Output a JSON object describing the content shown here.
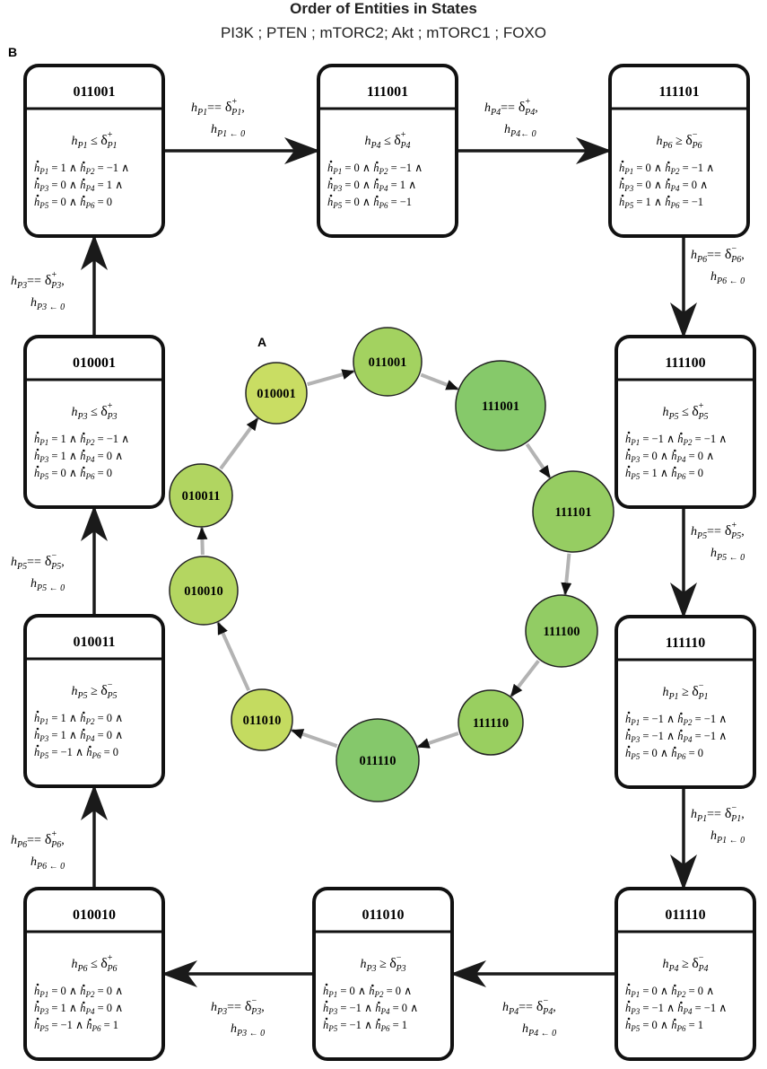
{
  "header": {
    "title": "Order of Entities in States",
    "subtitle": "PI3K ; PTEN ; mTORC2; Akt ; mTORC1 ; FOXO"
  },
  "panels": {
    "a": "A",
    "b": "B"
  },
  "ring": [
    {
      "label": "010001",
      "color": "#c9dd63"
    },
    {
      "label": "011001",
      "color": "#a3d260"
    },
    {
      "label": "111001",
      "color": "#86c96a"
    },
    {
      "label": "111101",
      "color": "#96cd62"
    },
    {
      "label": "111100",
      "color": "#92cc64"
    },
    {
      "label": "111110",
      "color": "#99cf60"
    },
    {
      "label": "011110",
      "color": "#85c86b"
    },
    {
      "label": "011010",
      "color": "#c4db60"
    },
    {
      "label": "010010",
      "color": "#b4d661"
    },
    {
      "label": "010011",
      "color": "#b1d561"
    }
  ],
  "states": [
    {
      "name": "011001",
      "cond_var": "h",
      "cond_sub": "P1",
      "cond_op": "≤",
      "cond_delta": "δ",
      "cond_sign": "+",
      "cond_dsub": "P1",
      "eq": [
        [
          "P1",
          "1",
          "P2",
          "−1"
        ],
        [
          "P3",
          "0",
          "P4",
          "1"
        ],
        [
          "P5",
          "0",
          "P6",
          "0"
        ]
      ]
    },
    {
      "name": "111001",
      "cond_var": "h",
      "cond_sub": "P4",
      "cond_op": "≤",
      "cond_delta": "δ",
      "cond_sign": "+",
      "cond_dsub": "P4",
      "eq": [
        [
          "P1",
          "0",
          "P2",
          "−1"
        ],
        [
          "P3",
          "0",
          "P4",
          "1"
        ],
        [
          "P5",
          "0",
          "P6",
          "−1"
        ]
      ]
    },
    {
      "name": "111101",
      "cond_var": "h",
      "cond_sub": "P6",
      "cond_op": "≥",
      "cond_delta": "δ",
      "cond_sign": "−",
      "cond_dsub": "P6",
      "eq": [
        [
          "P1",
          "0",
          "P2",
          "−1"
        ],
        [
          "P3",
          "0",
          "P4",
          "0"
        ],
        [
          "P5",
          "1",
          "P6",
          "−1"
        ]
      ]
    },
    {
      "name": "111100",
      "cond_var": "h",
      "cond_sub": "P5",
      "cond_op": "≤",
      "cond_delta": "δ",
      "cond_sign": "+",
      "cond_dsub": "P5",
      "eq": [
        [
          "P1",
          "−1",
          "P2",
          "−1"
        ],
        [
          "P3",
          "0",
          "P4",
          "0"
        ],
        [
          "P5",
          "1",
          "P6",
          "0"
        ]
      ]
    },
    {
      "name": "111110",
      "cond_var": "h",
      "cond_sub": "P1",
      "cond_op": "≥",
      "cond_delta": "δ",
      "cond_sign": "−",
      "cond_dsub": "P1",
      "eq": [
        [
          "P1",
          "−1",
          "P2",
          "−1"
        ],
        [
          "P3",
          "−1",
          "P4",
          "−1"
        ],
        [
          "P5",
          "0",
          "P6",
          "0"
        ]
      ]
    },
    {
      "name": "011110",
      "cond_var": "h",
      "cond_sub": "P4",
      "cond_op": "≥",
      "cond_delta": "δ",
      "cond_sign": "−",
      "cond_dsub": "P4",
      "eq": [
        [
          "P1",
          "0",
          "P2",
          "0"
        ],
        [
          "P3",
          "−1",
          "P4",
          "−1"
        ],
        [
          "P5",
          "0",
          "P6",
          "1"
        ]
      ]
    },
    {
      "name": "011010",
      "cond_var": "h",
      "cond_sub": "P3",
      "cond_op": "≥",
      "cond_delta": "δ",
      "cond_sign": "−",
      "cond_dsub": "P3",
      "eq": [
        [
          "P1",
          "0",
          "P2",
          "0"
        ],
        [
          "P3",
          "−1",
          "P4",
          "0"
        ],
        [
          "P5",
          "−1",
          "P6",
          "1"
        ]
      ]
    },
    {
      "name": "010010",
      "cond_var": "h",
      "cond_sub": "P6",
      "cond_op": "≤",
      "cond_delta": "δ",
      "cond_sign": "+",
      "cond_dsub": "P6",
      "eq": [
        [
          "P1",
          "0",
          "P2",
          "0"
        ],
        [
          "P3",
          "1",
          "P4",
          "0"
        ],
        [
          "P5",
          "−1",
          "P6",
          "1"
        ]
      ]
    },
    {
      "name": "010011",
      "cond_var": "h",
      "cond_sub": "P5",
      "cond_op": "≥",
      "cond_delta": "δ",
      "cond_sign": "−",
      "cond_dsub": "P5",
      "eq": [
        [
          "P1",
          "1",
          "P2",
          "0"
        ],
        [
          "P3",
          "1",
          "P4",
          "0"
        ],
        [
          "P5",
          "−1",
          "P6",
          "0"
        ]
      ]
    },
    {
      "name": "010001",
      "cond_var": "h",
      "cond_sub": "P3",
      "cond_op": "≤",
      "cond_delta": "δ",
      "cond_sign": "+",
      "cond_dsub": "P3",
      "eq": [
        [
          "P1",
          "1",
          "P2",
          "−1"
        ],
        [
          "P3",
          "1",
          "P4",
          "0"
        ],
        [
          "P5",
          "0",
          "P6",
          "0"
        ]
      ]
    }
  ],
  "transitions": [
    {
      "sub": "P1",
      "sign": "+",
      "reset": "P1 ← 0"
    },
    {
      "sub": "P4",
      "sign": "+",
      "reset": "P4← 0"
    },
    {
      "sub": "P6",
      "sign": "−",
      "reset": "P6 ← 0"
    },
    {
      "sub": "P5",
      "sign": "+",
      "reset": "P5 ← 0"
    },
    {
      "sub": "P1",
      "sign": "−",
      "reset": "P1 ← 0"
    },
    {
      "sub": "P4",
      "sign": "−",
      "reset": "P4 ← 0"
    },
    {
      "sub": "P3",
      "sign": "−",
      "reset": "P3 ← 0"
    },
    {
      "sub": "P6",
      "sign": "+",
      "reset": "P6 ← 0"
    },
    {
      "sub": "P5",
      "sign": "−",
      "reset": "P5 ← 0"
    },
    {
      "sub": "P3",
      "sign": "+",
      "reset": "P3 ← 0"
    }
  ],
  "notation": {
    "h": "h",
    "eqop": "==",
    "delta": "δ",
    "and": "∧",
    "eqsign": "="
  }
}
